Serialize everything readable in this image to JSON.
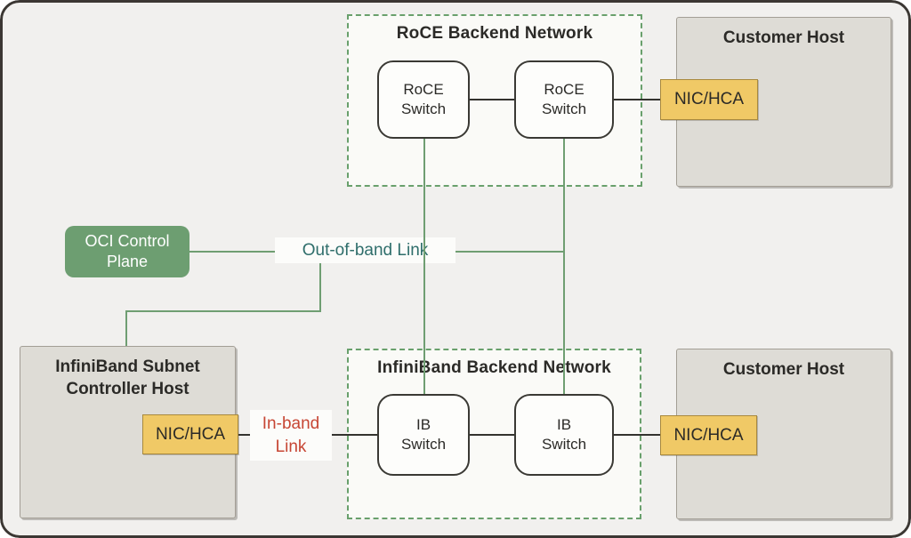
{
  "colors": {
    "canvas_bg": "#f1f0ee",
    "frame_border": "#3b3733",
    "network_fill": "#fafaf7",
    "network_border": "#69a06c",
    "switch_fill": "#fdfdfb",
    "switch_border": "#3a3934",
    "host_fill": "#dedcd6",
    "host_border": "#a39e95",
    "nic_fill": "#f0c966",
    "nic_border": "#a8893e",
    "control_plane_fill": "#6d9e71",
    "control_plane_text": "#ffffff",
    "label_bg": "#fcfcfa",
    "green_line": "#6f9e72",
    "black_line": "#33322e",
    "oob_text": "#2f6e6b",
    "inband_text": "#c74634",
    "title_text": "#2b2a27"
  },
  "roce_network": {
    "title": "RoCE Backend Network",
    "switch1": {
      "line1": "RoCE",
      "line2": "Switch"
    },
    "switch2": {
      "line1": "RoCE",
      "line2": "Switch"
    }
  },
  "ib_network": {
    "title": "InfiniBand Backend Network",
    "switch1": {
      "line1": "IB",
      "line2": "Switch"
    },
    "switch2": {
      "line1": "IB",
      "line2": "Switch"
    }
  },
  "customer_host_top": {
    "title": "Customer Host",
    "nic": "NIC/HCA"
  },
  "customer_host_bottom": {
    "title": "Customer Host",
    "nic": "NIC/HCA"
  },
  "controller_host": {
    "title_line1": "InfiniBand Subnet",
    "title_line2": "Controller Host",
    "nic": "NIC/HCA"
  },
  "control_plane": {
    "line1": "OCI Control",
    "line2": "Plane"
  },
  "links": {
    "out_of_band": "Out-of-band Link",
    "in_band_line1": "In-band",
    "in_band_line2": "Link"
  }
}
